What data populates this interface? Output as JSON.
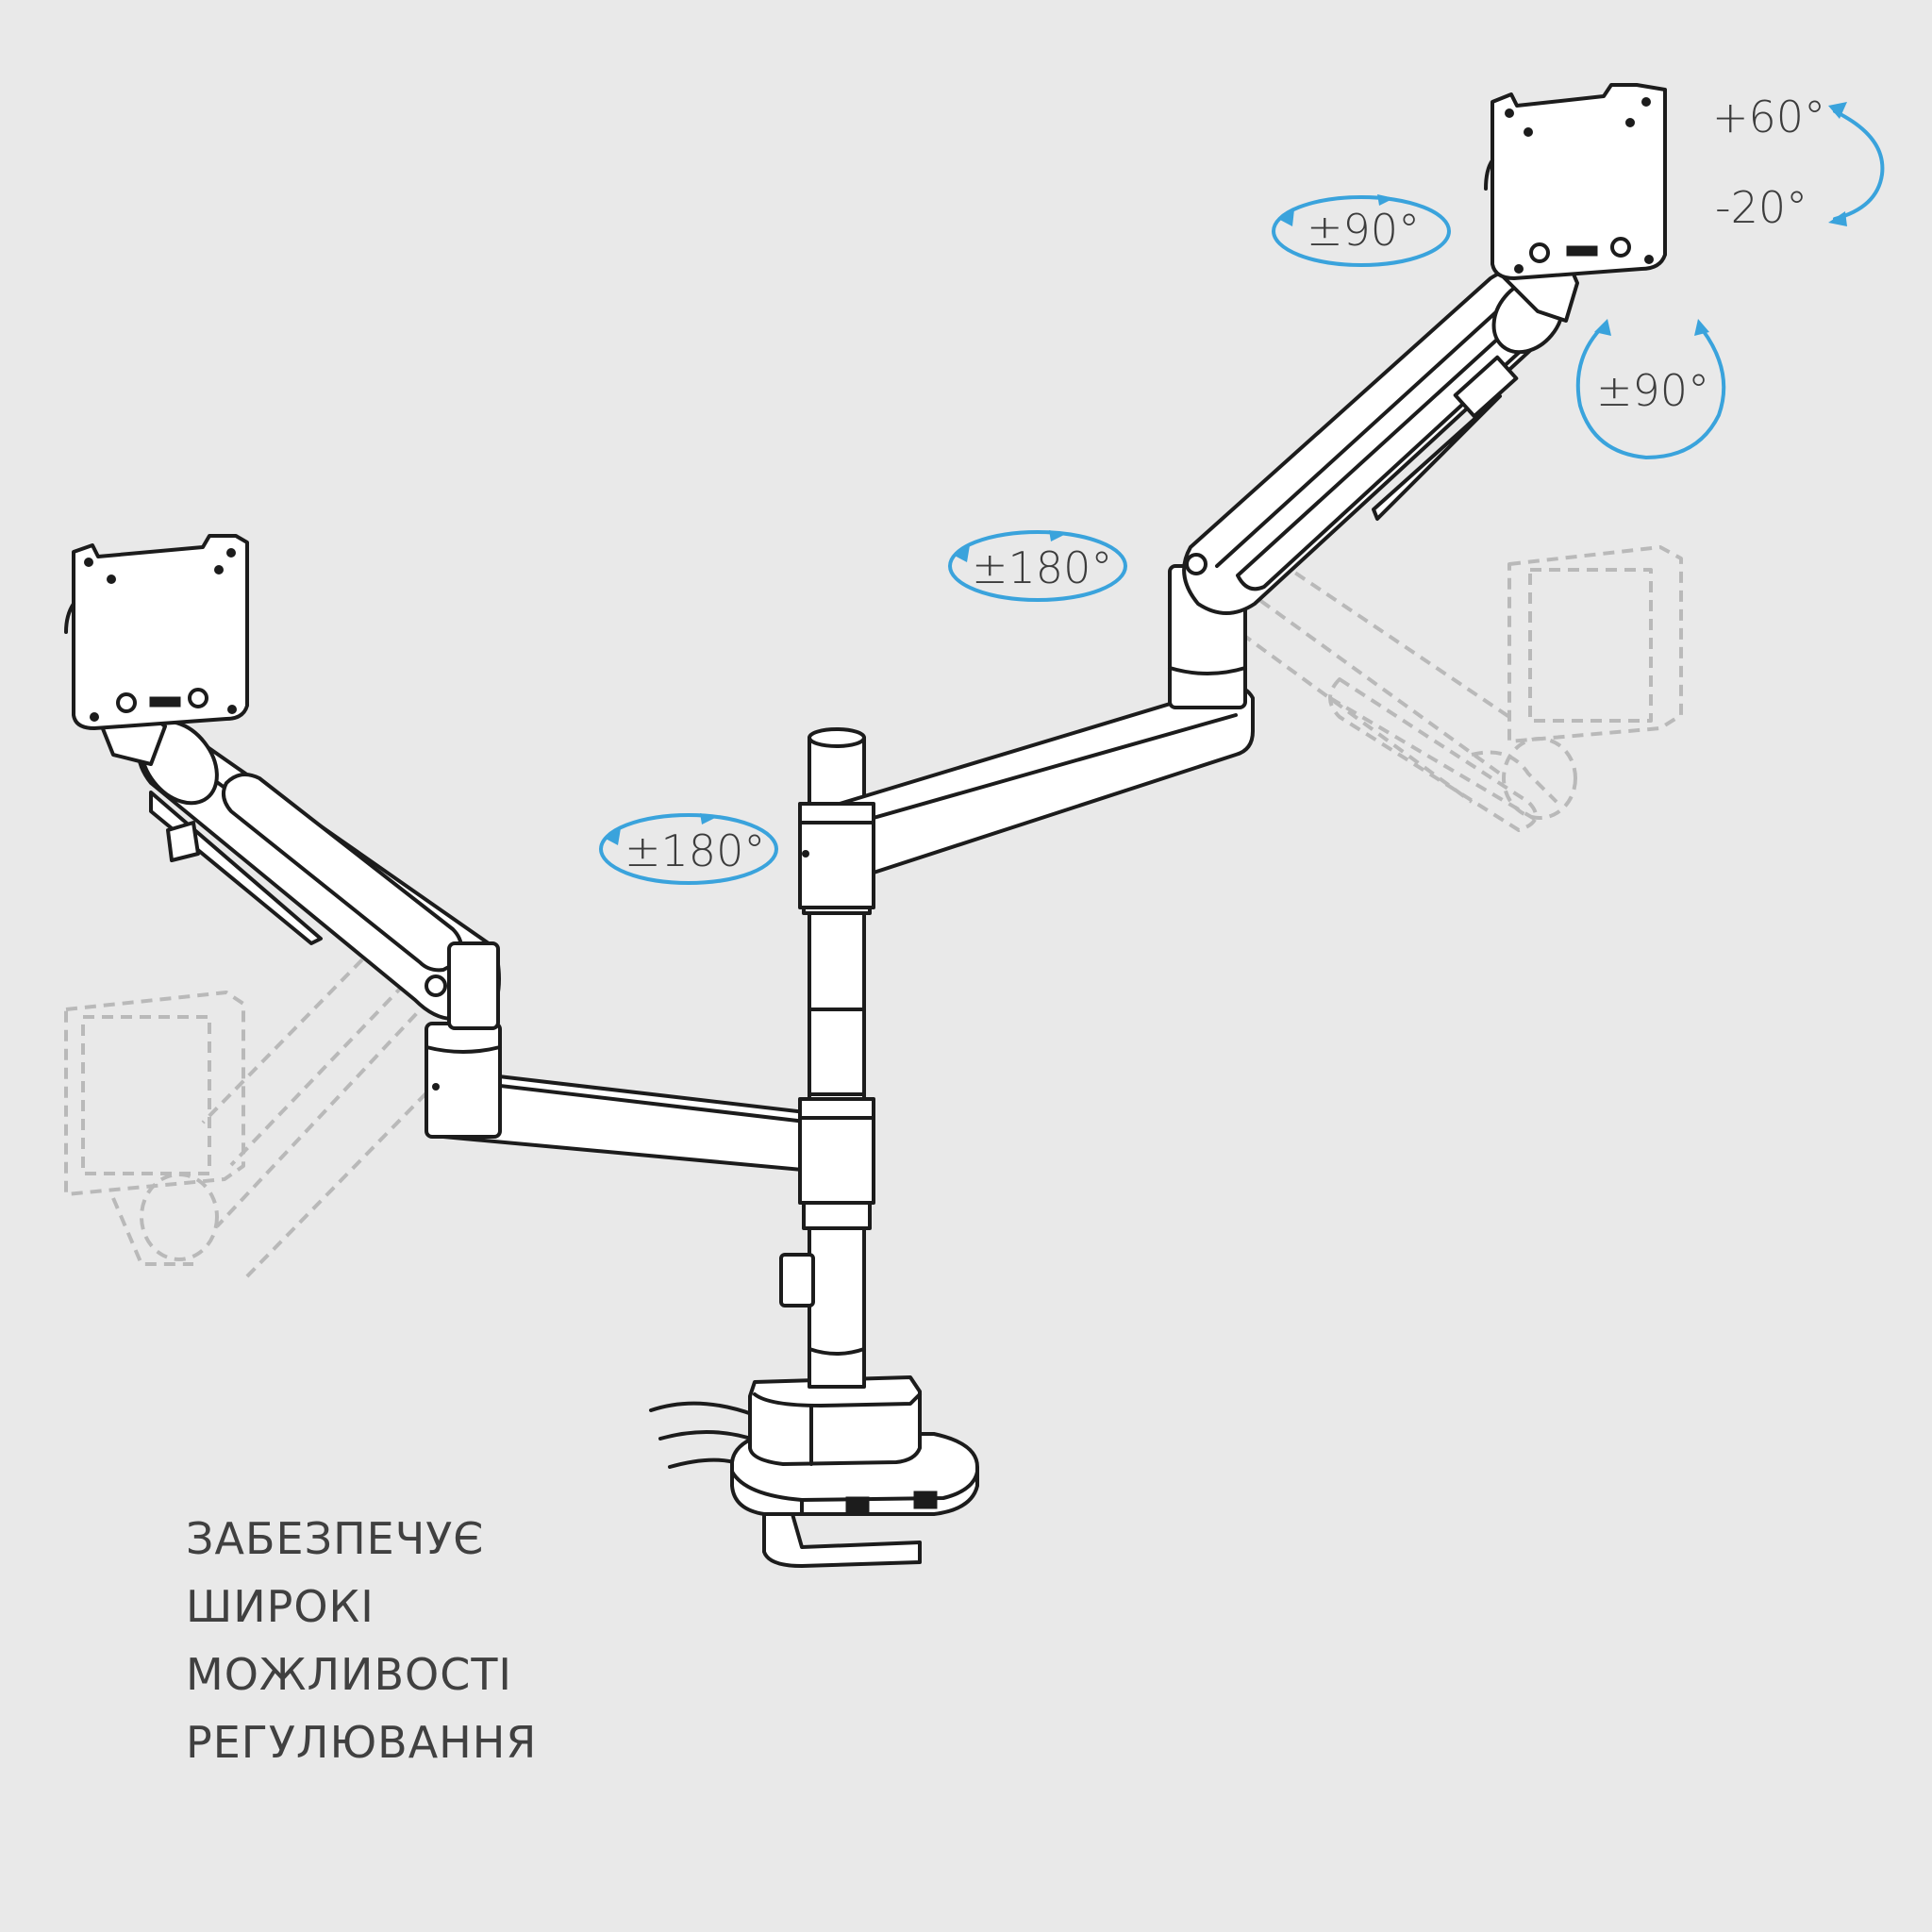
{
  "colors": {
    "background": "#e9e9e9",
    "accent": "#3aa3dc",
    "line": "#1c1c1c",
    "ghost": "#b9b9b9",
    "text": "#404040"
  },
  "labels": {
    "tilt_up": "+60°",
    "tilt_down": "-20°",
    "swivel_head": "±90°",
    "rotate_head": "±90°",
    "swivel_right_arm": "±180°",
    "swivel_left_arm": "±180°"
  },
  "caption": {
    "line1": "ЗАБЕЗПЕЧУЄ",
    "line2": "ШИРОКІ",
    "line3": "МОЖЛИВОСТІ",
    "line4": "РЕГУЛЮВАННЯ"
  }
}
